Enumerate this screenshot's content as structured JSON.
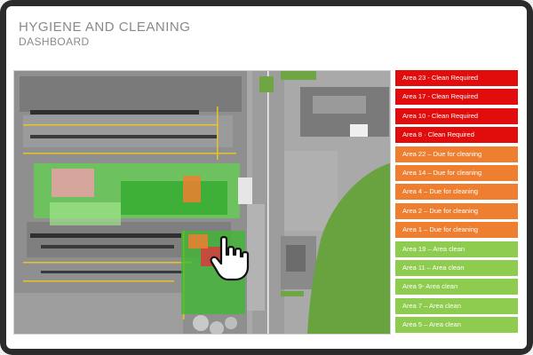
{
  "header": {
    "title": "HYGIENE AND CLEANING",
    "subtitle": "DASHBOARD"
  },
  "colors": {
    "clean_required": "#e10d0d",
    "due_for_cleaning": "#ef7f30",
    "area_clean": "#8dcc4e",
    "frame": "#2b2b2b"
  },
  "status_items": [
    {
      "label": "Area 23 - Clean Required",
      "status": "clean-required"
    },
    {
      "label": "Area 17 - Clean Required",
      "status": "clean-required"
    },
    {
      "label": "Area 10 - Clean Required",
      "status": "clean-required"
    },
    {
      "label": "Area 8 · Clean Required",
      "status": "clean-required"
    },
    {
      "label": "Area 22 – Due for cleaning",
      "status": "due-for-cleaning"
    },
    {
      "label": "Area 14 – Due for cleaning",
      "status": "due-for-cleaning"
    },
    {
      "label": "Area 4 – Due for cleaning",
      "status": "due-for-cleaning"
    },
    {
      "label": "Area 2 – Due for cleaning",
      "status": "due-for-cleaning"
    },
    {
      "label": "Area 1 – Due for cleaning",
      "status": "due-for-cleaning"
    },
    {
      "label": "Area 19 – Area clean",
      "status": "area-clean"
    },
    {
      "label": "Area 11 – Area clean",
      "status": "area-clean"
    },
    {
      "label": "Area 9- Area clean",
      "status": "area-clean"
    },
    {
      "label": "Area 7 – Area clean",
      "status": "area-clean"
    },
    {
      "label": "Area 5 – Area clean",
      "status": "area-clean"
    }
  ],
  "icons": {
    "cursor": "hand-pointer-icon"
  }
}
